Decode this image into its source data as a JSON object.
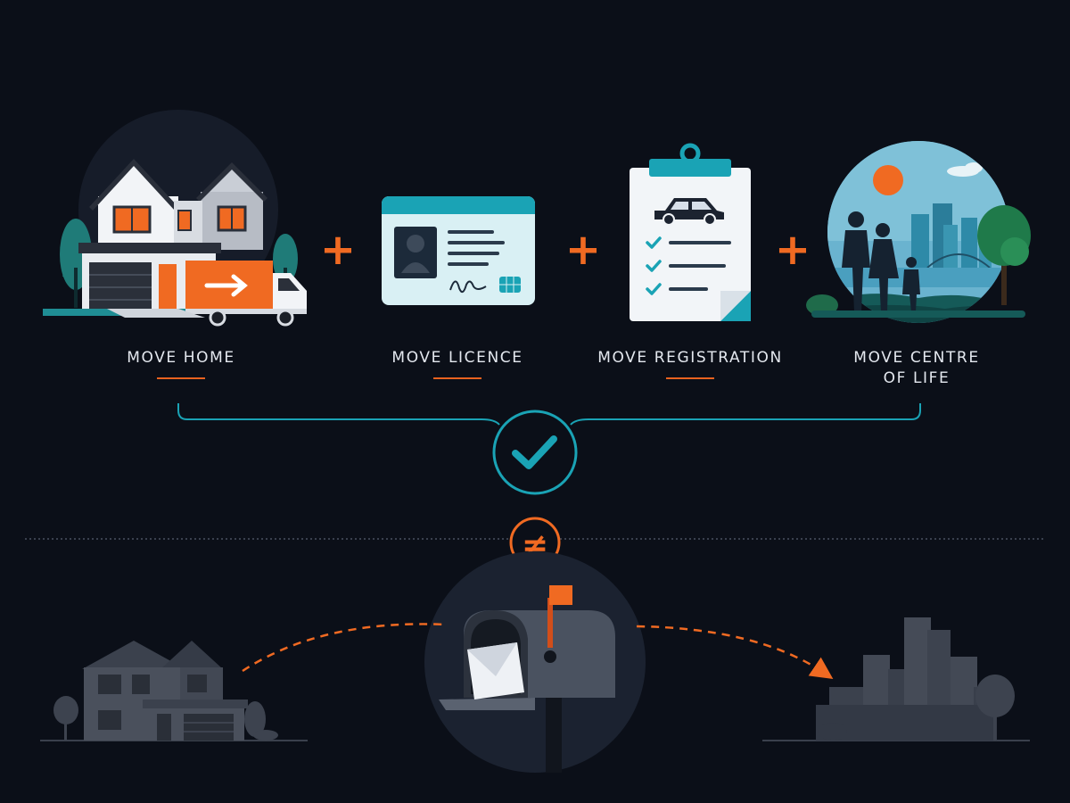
{
  "steps": [
    {
      "label": "MOVE HOME",
      "icon": "house-with-moving-truck-icon"
    },
    {
      "label": "MOVE LICENCE",
      "icon": "drivers-licence-card-icon"
    },
    {
      "label": "MOVE REGISTRATION",
      "icon": "vehicle-registration-clipboard-icon"
    },
    {
      "label_line1": "MOVE CENTRE",
      "label_line2": "OF LIFE",
      "icon": "family-cityscape-icon"
    }
  ],
  "operators": {
    "plus": "+",
    "not_equal": "≠"
  },
  "bottom": {
    "left_icon": "dim-house-icon",
    "center_icon": "mailbox-with-letter-icon",
    "right_icon": "dim-city-icon"
  },
  "colors": {
    "background": "#0b0f18",
    "accent_orange": "#f06a22",
    "accent_teal": "#1aa3b5",
    "text": "#e4e8ef"
  }
}
